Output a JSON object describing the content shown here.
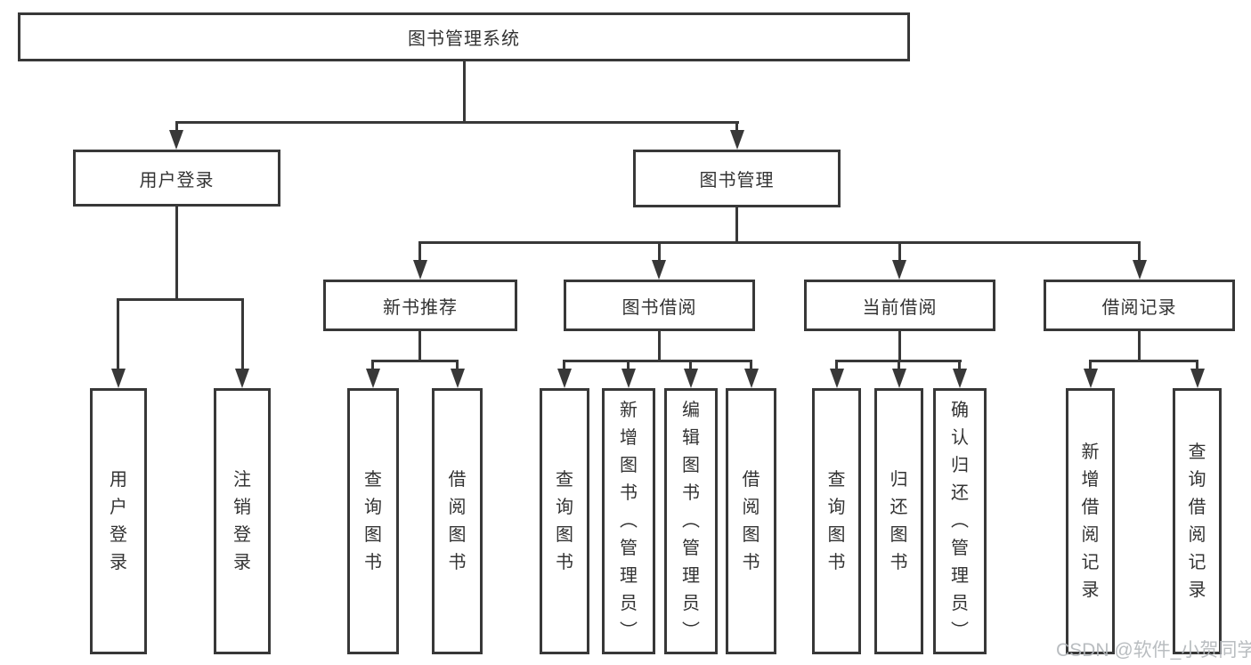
{
  "tree": {
    "label": "图书管理系统",
    "children": [
      {
        "label": "用户登录",
        "children": [
          {
            "label": "用户登录"
          },
          {
            "label": "注销登录"
          }
        ]
      },
      {
        "label": "图书管理",
        "children": [
          {
            "label": "新书推荐",
            "children": [
              {
                "label": "查询图书"
              },
              {
                "label": "借阅图书"
              }
            ]
          },
          {
            "label": "图书借阅",
            "children": [
              {
                "label": "查询图书"
              },
              {
                "label": "新增图书（管理员）"
              },
              {
                "label": "编辑图书（管理员）"
              },
              {
                "label": "借阅图书"
              }
            ]
          },
          {
            "label": "当前借阅",
            "children": [
              {
                "label": "查询图书"
              },
              {
                "label": "归还图书"
              },
              {
                "label": "确认归还（管理员）"
              }
            ]
          },
          {
            "label": "借阅记录",
            "children": [
              {
                "label": "新增借阅记录"
              },
              {
                "label": "查询借阅记录"
              }
            ]
          }
        ]
      }
    ]
  },
  "watermark": {
    "text": "CSDN @软件_小贺同学"
  },
  "colors": {
    "line": "#383838",
    "text": "#333333",
    "background": "#ffffff",
    "watermark": "#b2b6ba"
  }
}
